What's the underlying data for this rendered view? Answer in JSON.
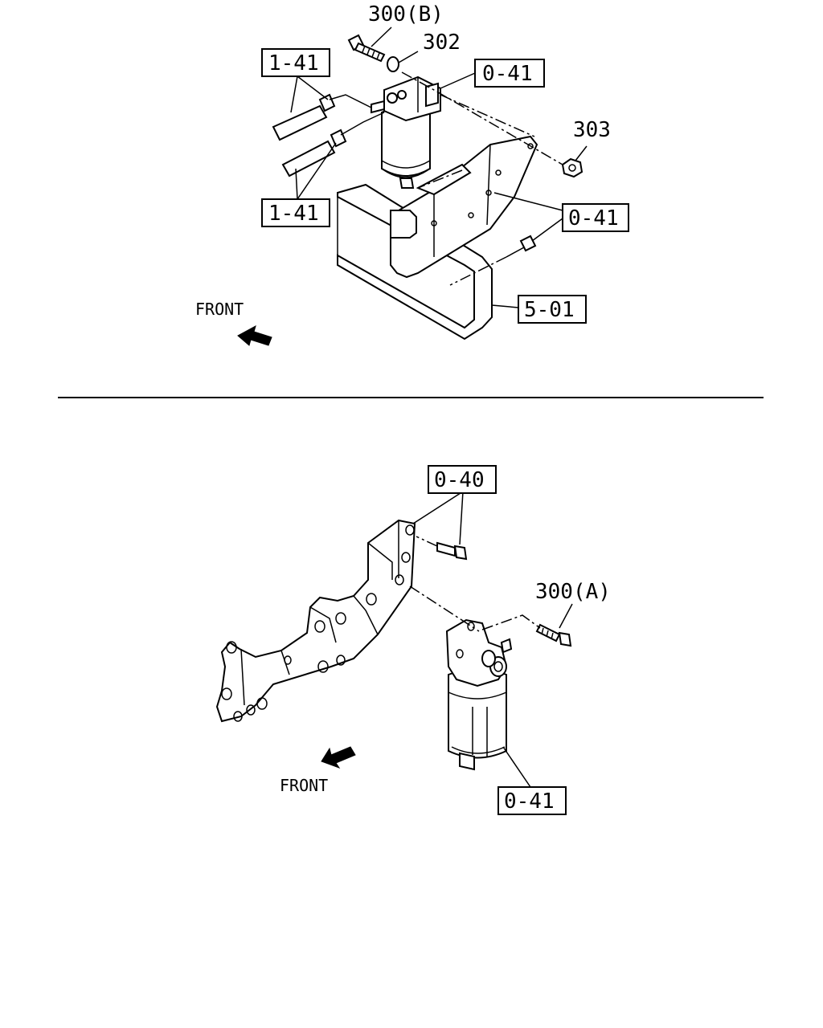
{
  "upper": {
    "callouts": {
      "bolt_b": "300(B)",
      "washer": "302",
      "nut": "303",
      "hose_top": "1-41",
      "hose_bottom": "1-41",
      "filter": "0-41",
      "bracket_bolt": "0-41",
      "frame": "5-01"
    },
    "front_label": "FRONT"
  },
  "lower": {
    "callouts": {
      "bracket_bolt": "0-40",
      "bolt_a": "300(A)",
      "filter": "0-41"
    },
    "front_label": "FRONT"
  }
}
